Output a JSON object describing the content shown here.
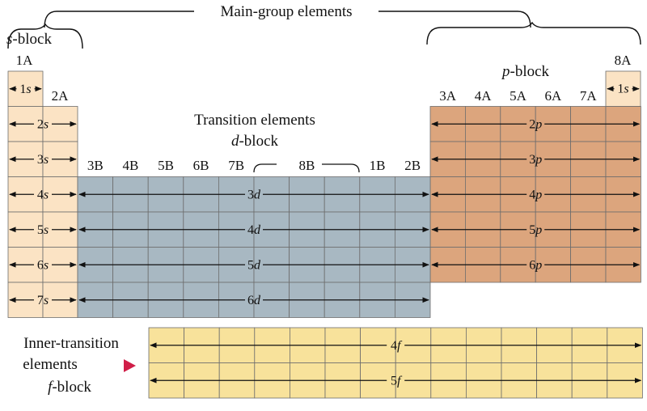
{
  "colors": {
    "s_block": "#fbe3c4",
    "d_block": "#a8b8c2",
    "p_block": "#dca57d",
    "f_block": "#f8e29b",
    "grid_line": "#6d6d6d",
    "arrow": "#111111",
    "pointer": "#d01e48"
  },
  "labels": {
    "main_group": "Main-group elements",
    "s_block_prefix": "s",
    "s_block_suffix": "-block",
    "p_block_prefix": "p",
    "p_block_suffix": "-block",
    "transition_title": "Transition elements",
    "d_block_prefix": "d",
    "d_block_suffix": "-block",
    "inner_transition_line1": "Inner-transition",
    "inner_transition_line2": "elements",
    "f_block_prefix": "f",
    "f_block_suffix": "-block"
  },
  "groups": {
    "g1": "1A",
    "g2": "2A",
    "g3to7": [
      "3A",
      "4A",
      "5A",
      "6A",
      "7A"
    ],
    "g8": "8A",
    "transition_left": [
      "3B",
      "4B",
      "5B",
      "6B",
      "7B"
    ],
    "group_8b": "8B",
    "transition_right": [
      "1B",
      "2B"
    ]
  },
  "orbitals": {
    "s": [
      "1",
      "2",
      "3",
      "4",
      "5",
      "6",
      "7"
    ],
    "s_letter": "s",
    "p": [
      "2",
      "3",
      "4",
      "5",
      "6"
    ],
    "p_letter": "p",
    "d": [
      "3",
      "4",
      "5",
      "6"
    ],
    "d_letter": "d",
    "f": [
      "4",
      "5"
    ],
    "f_letter": "f"
  },
  "icons": {
    "pointer": "triangle-right-icon"
  }
}
